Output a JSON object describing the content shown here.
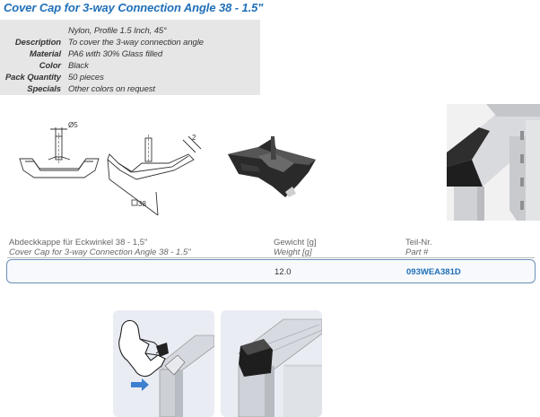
{
  "product": {
    "title": "Cover Cap for 3-way Connection Angle 38 - 1.5\""
  },
  "specs": [
    {
      "label": "",
      "value": "Nylon, Profile 1.5 Inch, 45°"
    },
    {
      "label": "Description",
      "value": "To cover the 3-way connection angle"
    },
    {
      "label": "Material",
      "value": "PA6 with 30% Glass filled"
    },
    {
      "label": "Color",
      "value": "Black"
    },
    {
      "label": "Pack Quantity",
      "value": "50 pieces"
    },
    {
      "label": "Specials",
      "value": "Other colors on request"
    }
  ],
  "dimensions": {
    "diameter": "Ø5",
    "thickness": "2",
    "size": "38"
  },
  "table": {
    "headers": {
      "name_de": "Abdeckkappe für Eckwinkel 38 - 1,5\"",
      "name_en": "Cover Cap for 3-way Connection Angle 38 - 1.5\"",
      "weight_de": "Gewicht [g]",
      "weight_en": "Weight [g]",
      "part_de": "Teil-Nr.",
      "part_en": "Part #"
    },
    "rows": [
      {
        "weight": "12.0",
        "part": "093WEA381D"
      }
    ]
  },
  "colors": {
    "accent": "#1f6fb8",
    "spec_bg": "#e6e6e6",
    "row_border": "#6a8fb8"
  }
}
